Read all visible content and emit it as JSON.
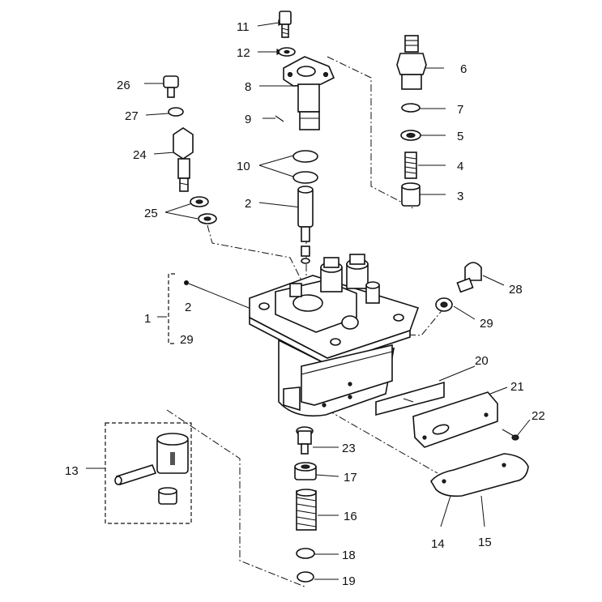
{
  "callouts": [
    "11",
    "12",
    "8",
    "9",
    "10",
    "2",
    "26",
    "27",
    "24",
    "25",
    "6",
    "7",
    "5",
    "4",
    "3",
    "28",
    "29",
    "1",
    "2",
    "29",
    "20",
    "21",
    "22",
    "13",
    "23",
    "17",
    "16",
    "18",
    "19",
    "14",
    "15"
  ]
}
